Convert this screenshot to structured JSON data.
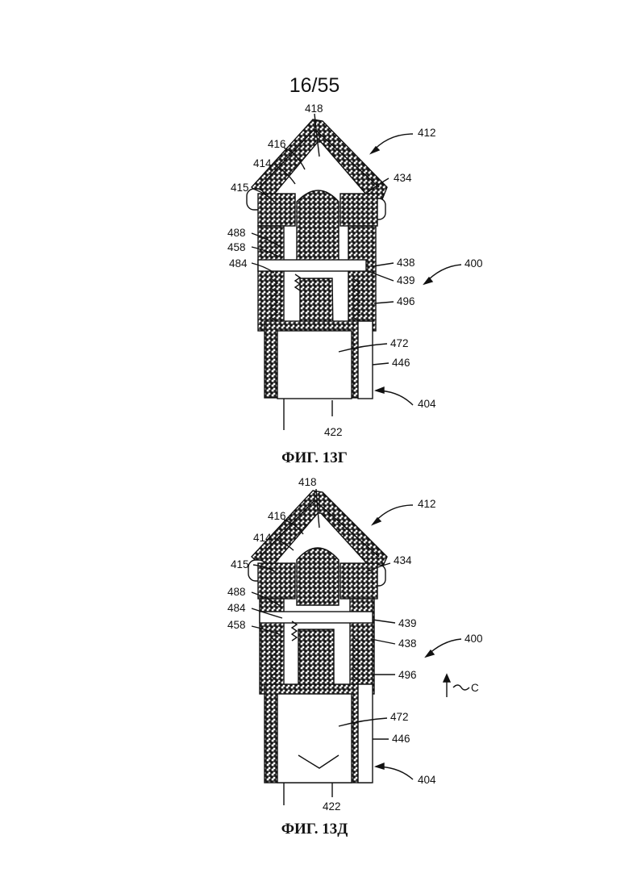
{
  "sheet": {
    "number": "16/55"
  },
  "figure_top": {
    "caption": "ФИГ. 13Г",
    "labels": {
      "l418": "418",
      "l416": "416",
      "l412": "412",
      "l414": "414",
      "l434": "434",
      "l415": "415",
      "l488": "488",
      "l458": "458",
      "l484": "484",
      "l438": "438",
      "l400": "400",
      "l439": "439",
      "l496": "496",
      "l472": "472",
      "l446": "446",
      "l404": "404",
      "l422": "422"
    }
  },
  "figure_bottom": {
    "caption": "ФИГ. 13Д",
    "labels": {
      "l418": "418",
      "l416": "416",
      "l412": "412",
      "l414": "414",
      "l434": "434",
      "l415": "415",
      "l488": "488",
      "l439": "439",
      "l484": "484",
      "l458": "458",
      "l438": "438",
      "l400": "400",
      "l496": "496",
      "lC": "C",
      "l472": "472",
      "l446": "446",
      "l404": "404",
      "l422": "422"
    }
  }
}
